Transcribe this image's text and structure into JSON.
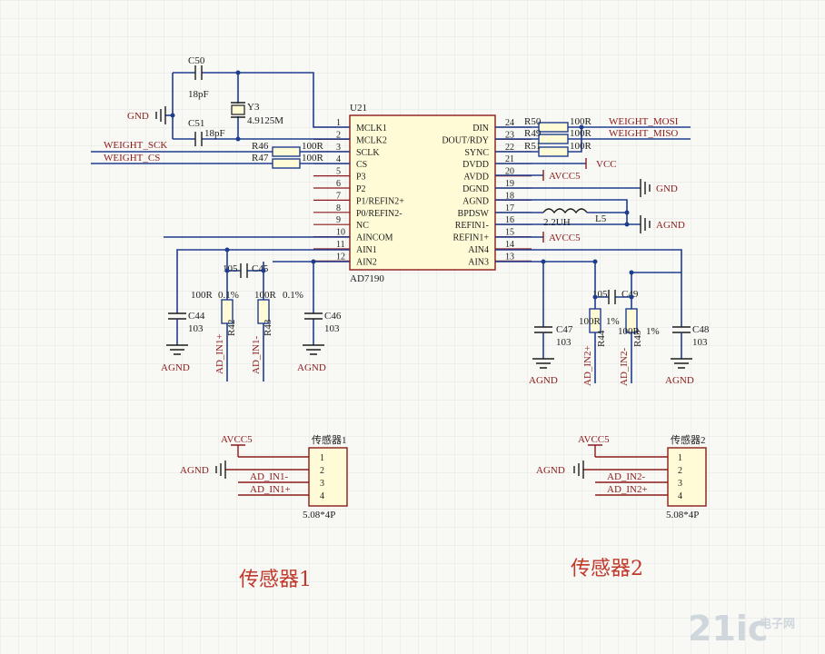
{
  "chip": {
    "ref": "U21",
    "part": "AD7190",
    "left_pins": [
      {
        "num": "1",
        "name": "MCLK1"
      },
      {
        "num": "2",
        "name": "MCLK2"
      },
      {
        "num": "3",
        "name": "SCLK"
      },
      {
        "num": "4",
        "name": "CS"
      },
      {
        "num": "5",
        "name": "P3"
      },
      {
        "num": "6",
        "name": "P2"
      },
      {
        "num": "7",
        "name": "P1/REFIN2+"
      },
      {
        "num": "8",
        "name": "P0/REFIN2-"
      },
      {
        "num": "9",
        "name": "NC"
      },
      {
        "num": "10",
        "name": "AINCOM"
      },
      {
        "num": "11",
        "name": "AIN1"
      },
      {
        "num": "12",
        "name": "AIN2"
      }
    ],
    "right_pins": [
      {
        "num": "24",
        "name": "DIN"
      },
      {
        "num": "23",
        "name": "DOUT/RDY"
      },
      {
        "num": "22",
        "name": "SYNC"
      },
      {
        "num": "21",
        "name": "DVDD"
      },
      {
        "num": "20",
        "name": "AVDD"
      },
      {
        "num": "19",
        "name": "DGND"
      },
      {
        "num": "18",
        "name": "AGND"
      },
      {
        "num": "17",
        "name": "BPDSW"
      },
      {
        "num": "16",
        "name": "REFIN1-"
      },
      {
        "num": "15",
        "name": "REFIN1+"
      },
      {
        "num": "14",
        "name": "AIN4"
      },
      {
        "num": "13",
        "name": "AIN3"
      }
    ]
  },
  "crystal": {
    "ref": "Y3",
    "value": "4.9125M"
  },
  "caps": {
    "c50": {
      "ref": "C50",
      "value": "18pF"
    },
    "c51": {
      "ref": "C51",
      "value": "18pF"
    },
    "c44": {
      "ref": "C44",
      "value": "103"
    },
    "c45": {
      "ref": "C45",
      "value": "105"
    },
    "c46": {
      "ref": "C46",
      "value": "103"
    },
    "c47": {
      "ref": "C47",
      "value": "103"
    },
    "c49": {
      "ref": "C49",
      "value": "105"
    },
    "c48": {
      "ref": "C48",
      "value": "103"
    }
  },
  "resistors": {
    "r46": {
      "ref": "R46",
      "value": "100R"
    },
    "r47": {
      "ref": "R47",
      "value": "100R"
    },
    "r50": {
      "ref": "R50",
      "value": "100R"
    },
    "r49": {
      "ref": "R49",
      "value": "100R"
    },
    "r51": {
      "ref": "R51",
      "value": "100R"
    },
    "r42": {
      "ref": "R42",
      "value": "100R",
      "tol": "0.1%"
    },
    "r43": {
      "ref": "R43",
      "value": "100R",
      "tol": "0.1%"
    },
    "r44": {
      "ref": "R44",
      "value": "100R",
      "tol": "1%"
    },
    "r45": {
      "ref": "R45",
      "value": "100R",
      "tol": "1%"
    }
  },
  "inductor": {
    "ref": "L5",
    "value": "2.2UH"
  },
  "nets": {
    "gnd": "GND",
    "agnd": "AGND",
    "vcc": "VCC",
    "avcc5": "AVCC5",
    "weight_sck": "WEIGHT_SCK",
    "weight_cs": "WEIGHT_CS",
    "weight_mosi": "WEIGHT_MOSI",
    "weight_miso": "WEIGHT_MISO",
    "ad_in1p": "AD_IN1+",
    "ad_in1n": "AD_IN1-",
    "ad_in2p": "AD_IN2+",
    "ad_in2n": "AD_IN2-"
  },
  "connectors": {
    "sensor1": {
      "ref": "传感器1",
      "footprint": "5.08*4P",
      "pins": [
        "1",
        "2",
        "3",
        "4"
      ]
    },
    "sensor2": {
      "ref": "传感器2",
      "footprint": "5.08*4P",
      "pins": [
        "1",
        "2",
        "3",
        "4"
      ]
    }
  },
  "captions": {
    "sensor1": "传感器1",
    "sensor2": "传感器2"
  },
  "watermark": {
    "logo": "21ic",
    "text": "电子网"
  },
  "colors": {
    "wire": "#1f3d8f",
    "net_label": "#8b1a1a",
    "chip_fill": "#fffbd6",
    "caption": "#c0392b",
    "grid": "#e4e4e4"
  }
}
